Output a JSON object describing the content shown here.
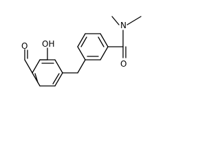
{
  "molecule": {
    "atoms": {
      "n": "N",
      "amide_o": "O",
      "hydroxyl": "OH",
      "aldehyde_o": "O"
    }
  }
}
